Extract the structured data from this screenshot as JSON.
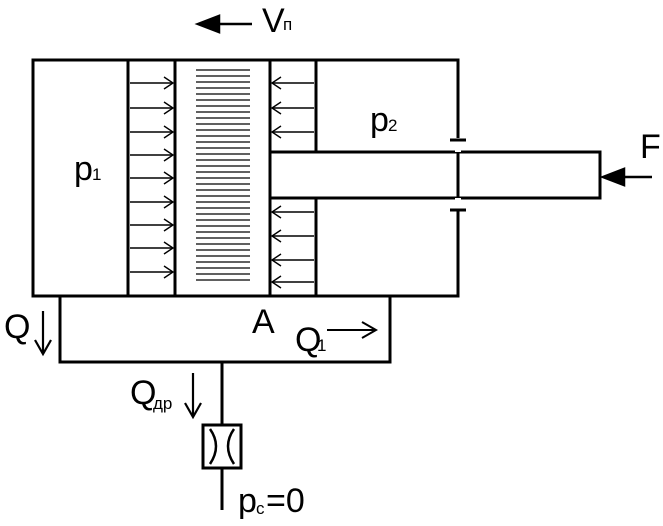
{
  "labels": {
    "velocity_main": "V",
    "velocity_sub": "п",
    "p1_main": "p",
    "p1_sub": "1",
    "p2_main": "p",
    "p2_sub": "2",
    "force": "F",
    "area": "A",
    "flow_q": "Q",
    "flow_q1_main": "Q",
    "flow_q1_sub": "1",
    "flow_qdr_main": "Q",
    "flow_qdr_sub": "др",
    "drain_main": "p",
    "drain_sub": "с",
    "drain_value": "=0"
  },
  "colors": {
    "stroke": "#000000",
    "background": "#ffffff"
  }
}
